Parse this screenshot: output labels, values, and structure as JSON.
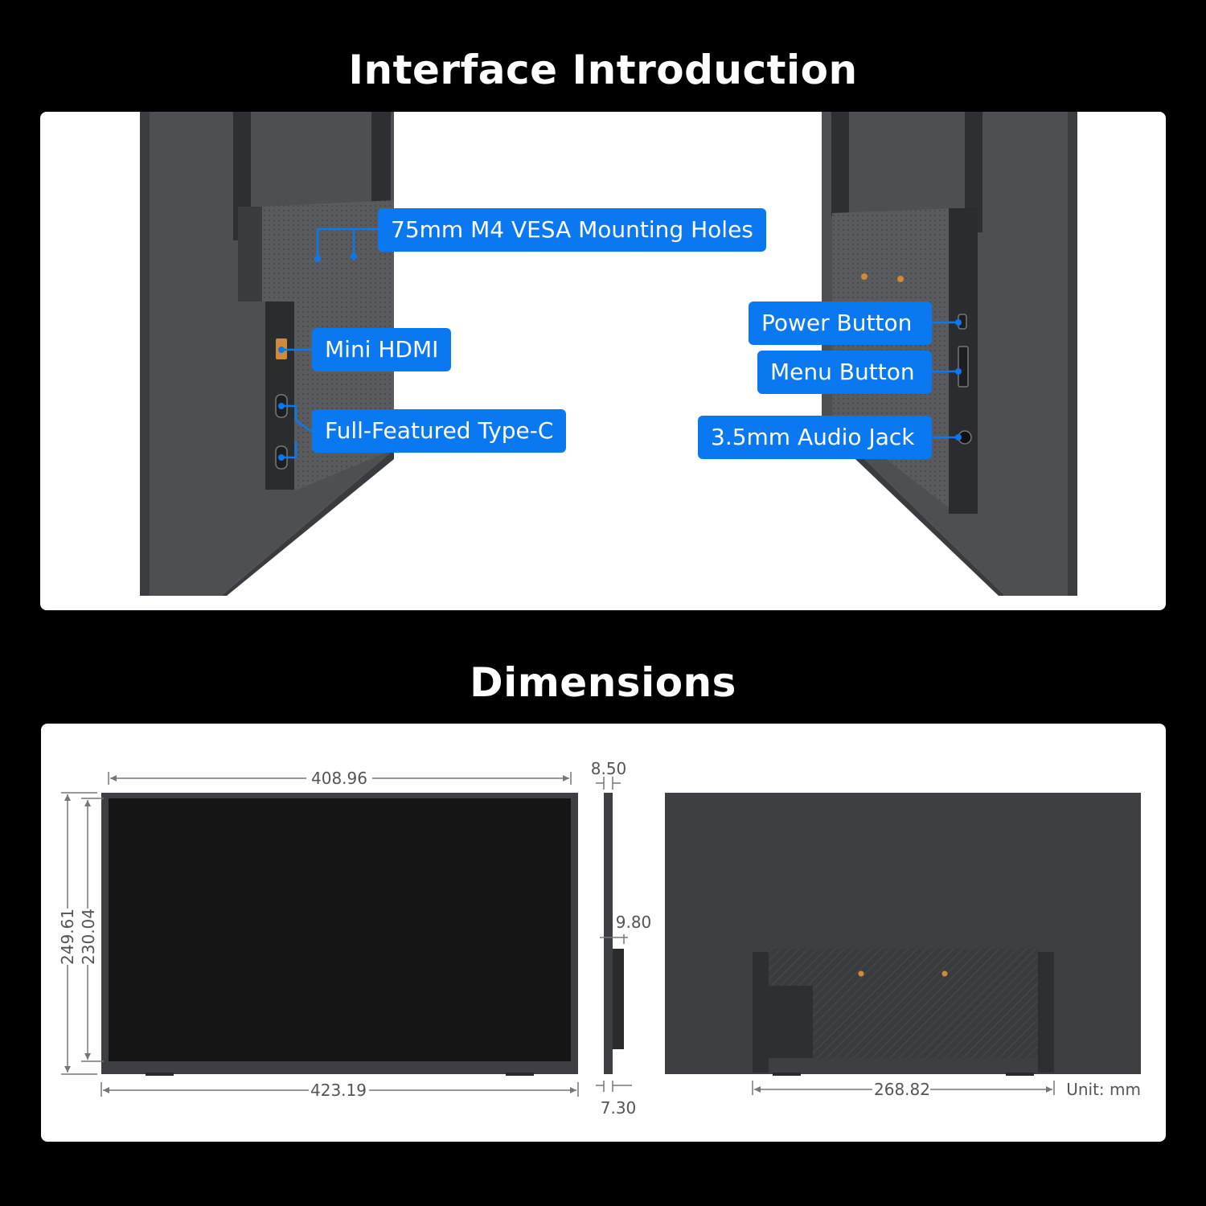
{
  "sections": {
    "interface_title": "Interface Introduction",
    "dimensions_title": "Dimensions"
  },
  "callouts": {
    "vesa": "75mm M4 VESA Mounting Holes",
    "mini_hdmi": "Mini HDMI",
    "type_c": "Full-Featured Type-C",
    "power": "Power Button",
    "menu": "Menu Button",
    "audio": "3.5mm Audio Jack"
  },
  "dimensions": {
    "front_inner_width": "408.96",
    "front_outer_width": "423.19",
    "outer_height": "249.61",
    "inner_height": "230.04",
    "side_top_thickness": "8.50",
    "side_mid_thickness": "9.80",
    "side_bottom_thickness": "7.30",
    "back_bracket_width": "268.82",
    "unit": "Unit: mm"
  },
  "colors": {
    "callout": "#0a78f0",
    "background": "#000000",
    "panel": "#ffffff",
    "device": "#4a4b4e"
  }
}
